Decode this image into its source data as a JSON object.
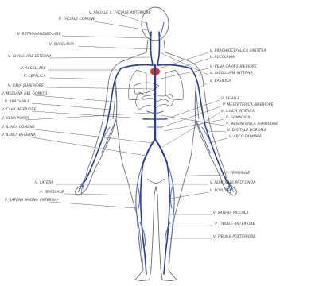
{
  "colors": {
    "vein": "#2b3f8f",
    "vein_light": "#5a6cb8",
    "heart": "#d63a2a",
    "outline": "#6f6f6f",
    "label": "#333333"
  },
  "labels": {
    "left": [
      "V. FACIALE S. FACIALE ANTERIORE",
      "V. FACIALE COMUNE",
      "V. RETROMANDIBOLARE",
      "V. SUCCLAVIA",
      "V. GIUGULARE ESTERNA",
      "V. ASCELLARE",
      "V. CEFALICA",
      "V. CAVA SUPERIORE",
      "V. MEDIANA DEL GOMITO",
      "V. BRACHIALE",
      "V. CAVA INFERIORE",
      "V. VENA PORTA",
      "V. ILIACA COMUNE",
      "V. ILIACA ESTERNA",
      "V. SAFENA",
      "V. FEMORALE",
      "V. SAFENA MAGNA (INTERNA)"
    ],
    "right": [
      "V. BRACHIOCEFALICA SINISTRA",
      "V. SUCCLAVIA",
      "V. VENA CAVA SUPERIORE",
      "V. GIUGULARE INTERNA",
      "V. BASILICA",
      "V. RENALE",
      "V. MESENTERICA INFERIORE",
      "V. ILIACA INTERNA",
      "V. GONADICA",
      "V. MESENTERICA SUPERIORE",
      "V. DIGITALE DORSALE",
      "V. ARCO PALMARE",
      "V. FEMORALE",
      "V. FEMORALE PROFONDA",
      "V. POPLITEA",
      "V. SAFENA PICCOLA",
      "V. TIBIALE ANTERIORE",
      "V. TIBIALE POSTERIORE"
    ]
  }
}
